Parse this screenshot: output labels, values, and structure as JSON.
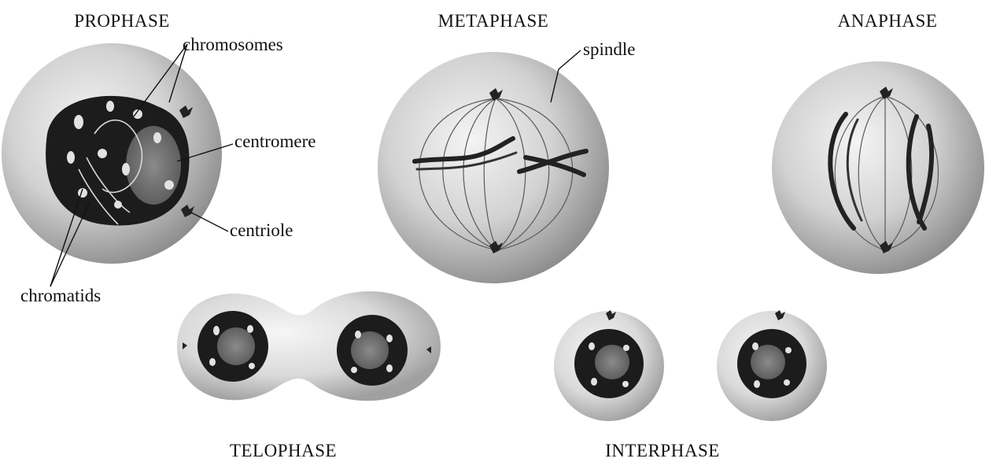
{
  "phases": {
    "prophase": "PROPHASE",
    "metaphase": "METAPHASE",
    "anaphase": "ANAPHASE",
    "telophase": "TELOPHASE",
    "interphase": "INTERPHASE"
  },
  "labels": {
    "chromosomes": "chromosomes",
    "centromere": "centromere",
    "centriole": "centriole",
    "chromatids": "chromatids",
    "spindle": "spindle"
  },
  "colors": {
    "cytoplasm_light": "#f2f2f2",
    "cytoplasm_dark": "#9a9a9a",
    "nucleus": "#1c1c1c",
    "chromosome": "#2a2a2a"
  }
}
